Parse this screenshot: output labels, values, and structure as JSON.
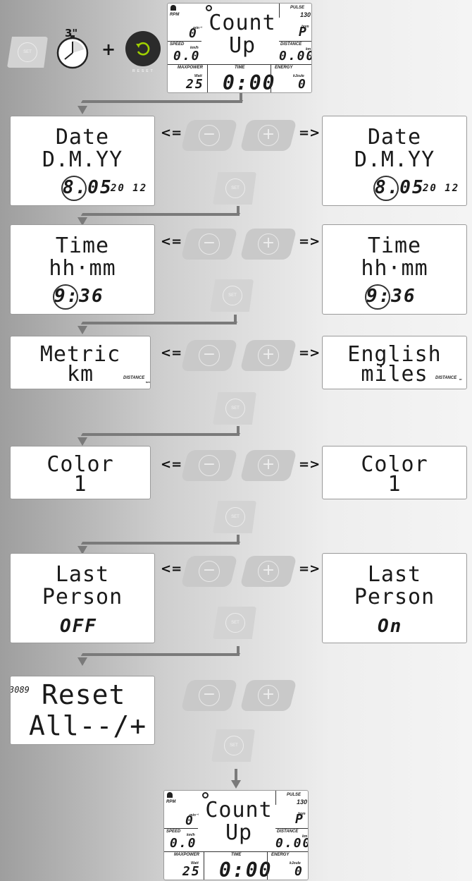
{
  "lcd_full": {
    "rpm": "RPM",
    "rpm_unit": "min⁻¹",
    "rpm_value": "0",
    "pulse": "PULSE",
    "pulse_max": "130",
    "pulse_unit": "bpm",
    "pulse_value": "P",
    "speed": "SPEED",
    "speed_unit": "km/h",
    "speed_value": "0.0",
    "distance": "DISTANCE",
    "distance_unit": "km",
    "distance_value": "0.00",
    "maxpower": "MAXPOWER",
    "maxpower_unit": "Watt",
    "maxpower_value": "25",
    "time": "TIME",
    "time_value": "0:00",
    "energy": "ENERGY",
    "energy_unit": "kJoule",
    "energy_value": "0",
    "line1": "Count",
    "line2": "Up"
  },
  "start": {
    "set_label": "SET",
    "hold": "3\"",
    "plus": "+",
    "reset_label": "RESET"
  },
  "rows": [
    {
      "left_l1": "Date",
      "left_l2": "D.M.YY",
      "left_value": "8.05",
      "left_year": "20 12",
      "right_l1": "Date",
      "right_l2": "D.M.YY",
      "right_value": "8.05",
      "right_year": "20 12"
    },
    {
      "left_l1": "Time",
      "left_l2": "hh·mm",
      "left_value": "9:36",
      "right_l1": "Time",
      "right_l2": "hh·mm",
      "right_value": "9:36"
    },
    {
      "left_l1": "Metric",
      "left_l2": "km",
      "left_small": "DISTANCE",
      "left_unit": "km",
      "right_l1": "English",
      "right_l2": "miles",
      "right_small": "DISTANCE",
      "right_unit": "m"
    },
    {
      "left_l1": "Color",
      "left_l2": "1",
      "right_l1": "Color",
      "right_l2": "1"
    },
    {
      "left_l1": "Last",
      "left_l2": "Person",
      "left_value": "OFF",
      "right_l1": "Last",
      "right_l2": "Person",
      "right_value": "On"
    }
  ],
  "reset": {
    "code": "3089",
    "l1": "Reset",
    "l2": "All--/+"
  },
  "controls": {
    "left_arrow": "<=",
    "right_arrow": "=>",
    "minus": "−",
    "plus": "+",
    "set": "SET"
  }
}
